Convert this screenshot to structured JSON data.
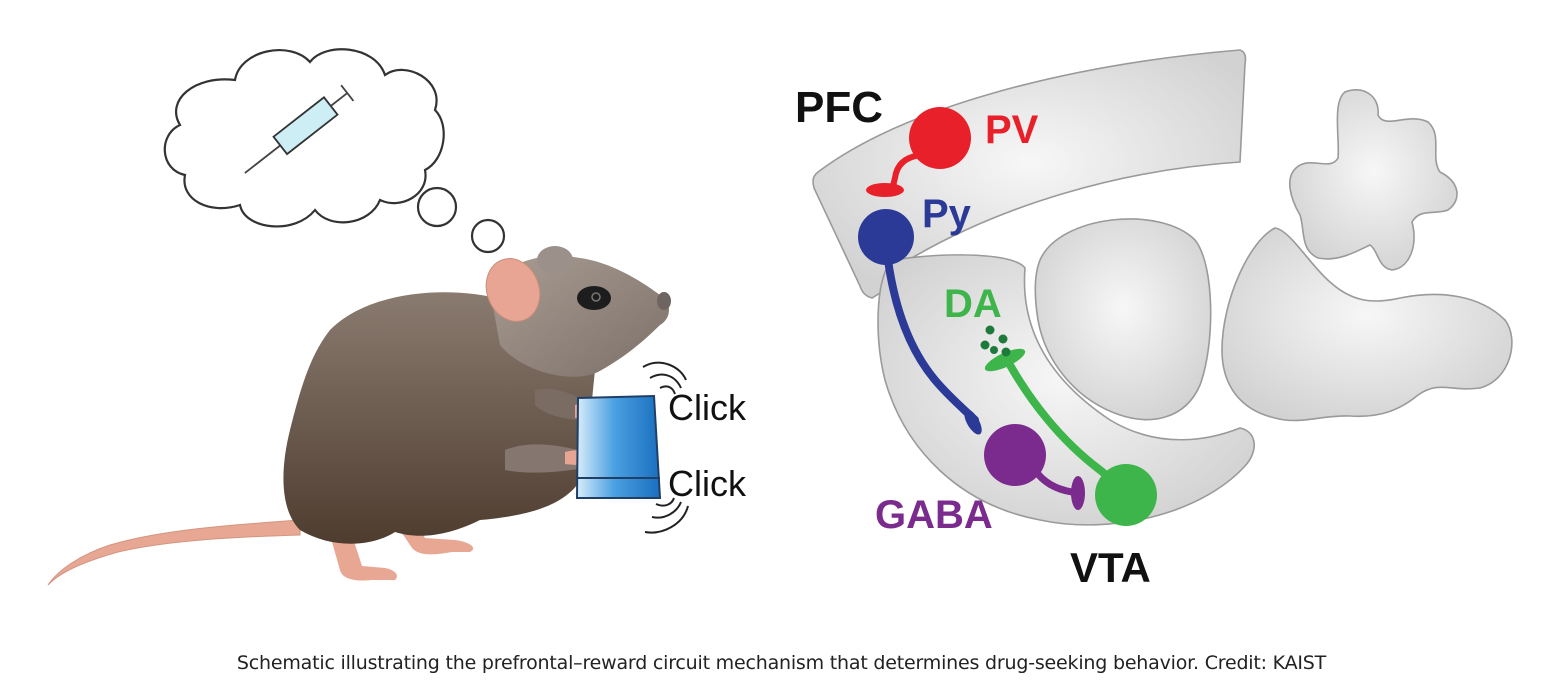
{
  "figure": {
    "caption": "Schematic illustrating the prefrontal–reward circuit mechanism that determines drug-seeking behavior. Credit: KAIST",
    "left_panel": {
      "thought_bubble_icon": "syringe-icon",
      "click_labels": [
        "Click",
        "Click"
      ]
    },
    "right_panel": {
      "region_labels": {
        "pfc": "PFC",
        "vta": "VTA"
      },
      "neuron_labels": {
        "pv": "PV",
        "py": "Py",
        "da": "DA",
        "gaba": "GABA"
      },
      "colors": {
        "pv": "#e8202a",
        "py": "#2b3a96",
        "da": "#3db54a",
        "da_vesicles": "#1e7a3a",
        "gaba": "#7b2a8e",
        "brain_region": "#d9d9d9",
        "brain_outline": "#9a9a9a"
      }
    }
  }
}
